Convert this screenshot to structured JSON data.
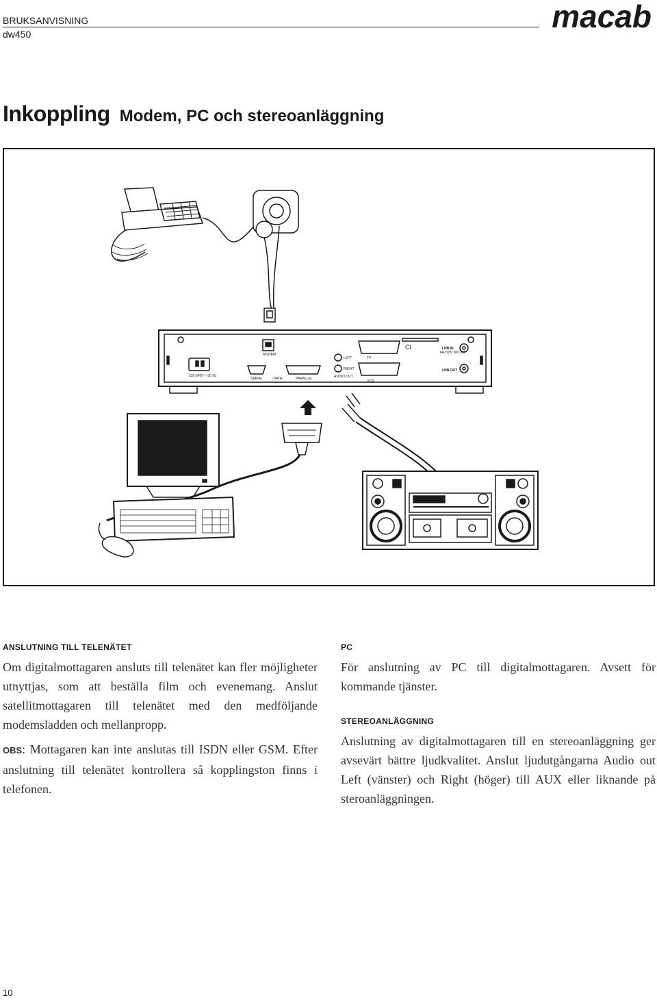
{
  "header": {
    "doc_type": "BRUKSANVISNING",
    "model": "dw450",
    "brand": "macab"
  },
  "title": {
    "main": "Inkoppling",
    "sub": "Modem, PC och stereoanläggning"
  },
  "figure": {
    "labels": {
      "modem": "MODEM",
      "ci": "CI",
      "lnb_in": "LNB IN",
      "lnb_spec": "14V/18V 300 mA",
      "lnb_out": "LNB OUT",
      "power": "220-240V ~ 50 Hz",
      "serial": "SERIAL",
      "data": "‹DATA›",
      "parallel": "PARALLEL",
      "left": "LEFT",
      "right": "RIGHT",
      "audio_out": "AUDIO OUT",
      "tv": "TV",
      "vcr": "VCR"
    }
  },
  "sections": {
    "telenatet": {
      "heading": "ANSLUTNING TILL TELENÄTET",
      "para1": "Om digitalmottagaren ansluts till telenätet kan fler möjligheter utnyttjas, som att beställa film och evenemang. Anslut satellitmottagaren till telenätet med den medföljande modemsladden och mellanpropp.",
      "obs_label": "OBS",
      "obs_text": ": Mottagaren kan inte anslutas till ISDN eller GSM. Efter anslutning till telenätet kontrollera så kopplingston finns i telefonen."
    },
    "pc": {
      "heading": "PC",
      "text": "För anslutning av PC till digitalmottagaren. Avsett för kommande tjänster."
    },
    "stereo": {
      "heading": "STEREOANLÄGGNING",
      "text": "Anslutning av digitalmottagaren till en stereoanläggning ger avsevärt bättre ljudkvalitet. Anslut ljudutgångarna Audio out Left (vänster) och Right (höger) till AUX eller liknande på steroanläggningen."
    }
  },
  "footer": {
    "page_number": "10"
  }
}
